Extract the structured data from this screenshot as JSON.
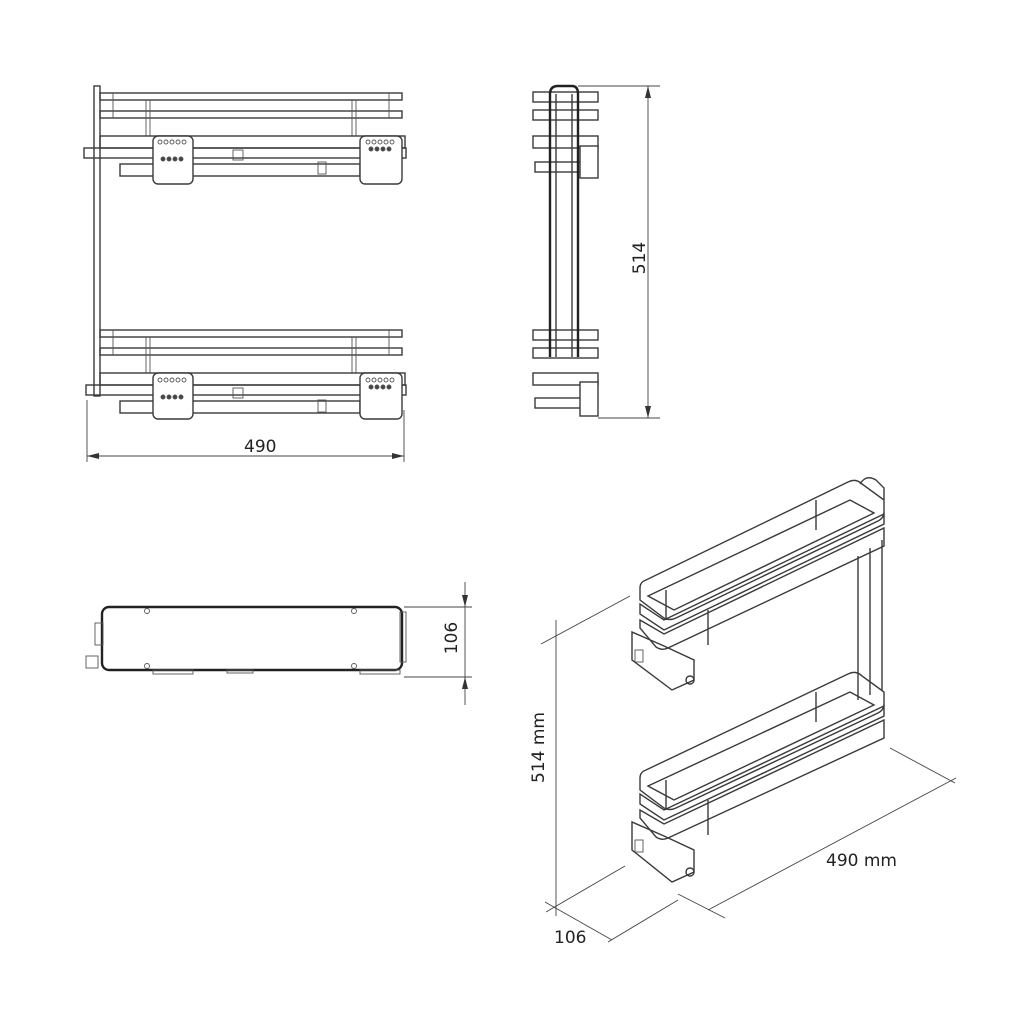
{
  "drawing": {
    "subject": "two-tier pull-out wire basket",
    "views": {
      "front": {
        "width_dim": "490"
      },
      "side": {
        "height_dim": "514"
      },
      "top": {
        "depth_dim": "106"
      },
      "isometric": {
        "height_dim": "514 mm",
        "length_dim": "490 mm",
        "depth_dim": "106"
      }
    },
    "colors": {
      "line": "#3a3a3a",
      "background": "#ffffff"
    }
  }
}
